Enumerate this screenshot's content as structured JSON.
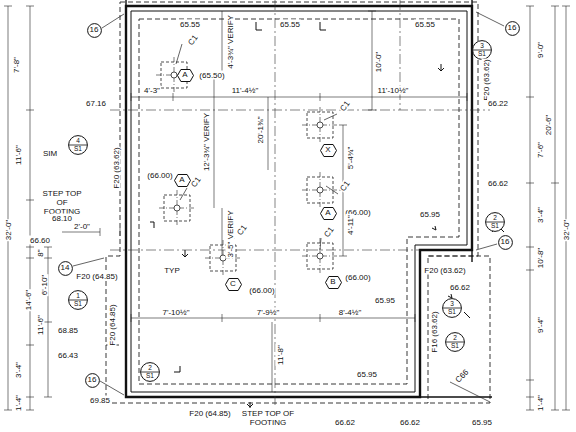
{
  "diagram": {
    "nodes": [
      {
        "text": [
          "16"
        ]
      },
      {
        "text": [
          "16"
        ]
      },
      {
        "text": [
          "3",
          "S1"
        ]
      },
      {
        "text": [
          "A"
        ]
      },
      {
        "text": [
          "4",
          "S1"
        ]
      },
      {
        "text": [
          "X"
        ]
      },
      {
        "text": [
          "A"
        ]
      },
      {
        "text": [
          "A"
        ]
      },
      {
        "text": [
          "2",
          "S1"
        ]
      },
      {
        "text": [
          "16"
        ]
      },
      {
        "text": [
          "14"
        ]
      },
      {
        "text": [
          "C"
        ]
      },
      {
        "text": [
          "B"
        ]
      },
      {
        "text": [
          "1",
          "S1"
        ]
      },
      {
        "text": [
          "3",
          "S1"
        ]
      },
      {
        "text": [
          "2",
          "S1"
        ]
      },
      {
        "text": [
          "2",
          "S1"
        ]
      },
      {
        "text": [
          "16"
        ]
      }
    ],
    "labels": [
      "65.55",
      "65.55",
      "65.55",
      "C1",
      "4'-3¾\" VERIFY",
      "7'-8\"",
      "9'-0\"",
      "10'-0\"",
      "F20 (63.62)",
      "(65.50)",
      "4'-3\"",
      "67.16",
      "11'-4½\"",
      "11'-10½\"",
      "66.22",
      "20'-6\"",
      "C1",
      "12'-3¾\" VERIFY",
      "20'-1⅜\"",
      "SIM",
      "11'-6\"",
      "F20 (63.62)",
      "7'-6\"",
      "(66.00)",
      "5'-4¾\"",
      "C1",
      "66.62",
      "C1",
      "STEP TOP OF FOOTING",
      "68.10",
      "(66.00)",
      "65.95",
      "3'-4\"",
      "32'-0\"",
      "32'-0\"",
      "66.60",
      "2'-0\"",
      "C1",
      "C1",
      "4'-11\"",
      "3'-5\" VERIFY",
      "8\"",
      "10'-8\"",
      "F20 (64.85)",
      "TYP",
      "F20 (63.62)",
      "(66.00)",
      "(66.00)",
      "6'-10\"",
      "66.62",
      "F20 (64.85)",
      "14'-6\"",
      "65.95",
      "7'-10½\"",
      "7'-9½\"",
      "8'-4½\"",
      "9'-4\"",
      "F16 (63.62)",
      "11'-6\"",
      "68.85",
      "11'-8\"",
      "66.43",
      "3'-4\"",
      "65.95",
      "C66",
      "69.85",
      "1'-4\"",
      "1'-4\"",
      "F20 (64.85)",
      "STEP TOP OF FOOTING",
      "66.62",
      "66.62",
      "65.95"
    ]
  }
}
